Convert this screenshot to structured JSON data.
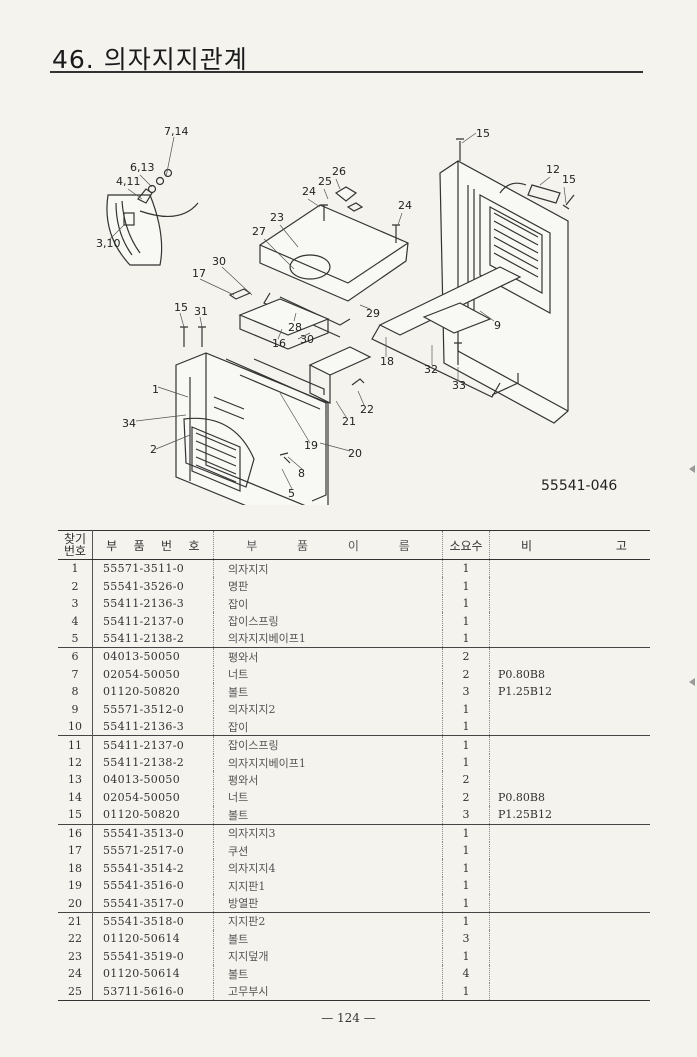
{
  "header": {
    "title": "46. 의자지지관계"
  },
  "figure": {
    "code": "55541-046",
    "callouts": [
      "7,14",
      "6,13",
      "4,11",
      "3,10",
      "15",
      "12",
      "15",
      "26",
      "25",
      "24",
      "24",
      "23",
      "27",
      "30",
      "17",
      "15",
      "31",
      "28",
      "30",
      "16",
      "29",
      "18",
      "9",
      "32",
      "33",
      "22",
      "21",
      "1",
      "34",
      "2",
      "19",
      "20",
      "8",
      "5"
    ]
  },
  "table": {
    "headers": {
      "no": "찾기\n번호",
      "part_no": "부 품 번 호",
      "name": "부 품 이 름",
      "qty": "소요수",
      "remark": "비 고"
    },
    "rows": [
      {
        "no": "1",
        "part_no": "55571-3511-0",
        "name": "의자지지",
        "qty": "1",
        "remark": ""
      },
      {
        "no": "2",
        "part_no": "55541-3526-0",
        "name": "명판",
        "qty": "1",
        "remark": ""
      },
      {
        "no": "3",
        "part_no": "55411-2136-3",
        "name": "잡이",
        "qty": "1",
        "remark": ""
      },
      {
        "no": "4",
        "part_no": "55411-2137-0",
        "name": "잡이스프링",
        "qty": "1",
        "remark": ""
      },
      {
        "no": "5",
        "part_no": "55411-2138-2",
        "name": "의자지지베이프1",
        "qty": "1",
        "remark": ""
      },
      {
        "no": "6",
        "part_no": "04013-50050",
        "name": "평와서",
        "qty": "2",
        "remark": ""
      },
      {
        "no": "7",
        "part_no": "02054-50050",
        "name": "너트",
        "qty": "2",
        "remark": "P0.80B8"
      },
      {
        "no": "8",
        "part_no": "01120-50820",
        "name": "볼트",
        "qty": "3",
        "remark": "P1.25B12"
      },
      {
        "no": "9",
        "part_no": "55571-3512-0",
        "name": "의자지지2",
        "qty": "1",
        "remark": ""
      },
      {
        "no": "10",
        "part_no": "55411-2136-3",
        "name": "잡이",
        "qty": "1",
        "remark": ""
      },
      {
        "no": "11",
        "part_no": "55411-2137-0",
        "name": "잡이스프링",
        "qty": "1",
        "remark": ""
      },
      {
        "no": "12",
        "part_no": "55411-2138-2",
        "name": "의자지지베이프1",
        "qty": "1",
        "remark": ""
      },
      {
        "no": "13",
        "part_no": "04013-50050",
        "name": "평와서",
        "qty": "2",
        "remark": ""
      },
      {
        "no": "14",
        "part_no": "02054-50050",
        "name": "너트",
        "qty": "2",
        "remark": "P0.80B8"
      },
      {
        "no": "15",
        "part_no": "01120-50820",
        "name": "볼트",
        "qty": "3",
        "remark": "P1.25B12"
      },
      {
        "no": "16",
        "part_no": "55541-3513-0",
        "name": "의자지지3",
        "qty": "1",
        "remark": ""
      },
      {
        "no": "17",
        "part_no": "55571-2517-0",
        "name": "쿠션",
        "qty": "1",
        "remark": ""
      },
      {
        "no": "18",
        "part_no": "55541-3514-2",
        "name": "의자지지4",
        "qty": "1",
        "remark": ""
      },
      {
        "no": "19",
        "part_no": "55541-3516-0",
        "name": "지지판1",
        "qty": "1",
        "remark": ""
      },
      {
        "no": "20",
        "part_no": "55541-3517-0",
        "name": "방열판",
        "qty": "1",
        "remark": ""
      },
      {
        "no": "21",
        "part_no": "55541-3518-0",
        "name": "지지판2",
        "qty": "1",
        "remark": ""
      },
      {
        "no": "22",
        "part_no": "01120-50614",
        "name": "볼트",
        "qty": "3",
        "remark": ""
      },
      {
        "no": "23",
        "part_no": "55541-3519-0",
        "name": "지지덮개",
        "qty": "1",
        "remark": ""
      },
      {
        "no": "24",
        "part_no": "01120-50614",
        "name": "볼트",
        "qty": "4",
        "remark": ""
      },
      {
        "no": "25",
        "part_no": "53711-5616-0",
        "name": "고무부시",
        "qty": "1",
        "remark": ""
      }
    ]
  },
  "footer": {
    "page": "— 124 —"
  }
}
